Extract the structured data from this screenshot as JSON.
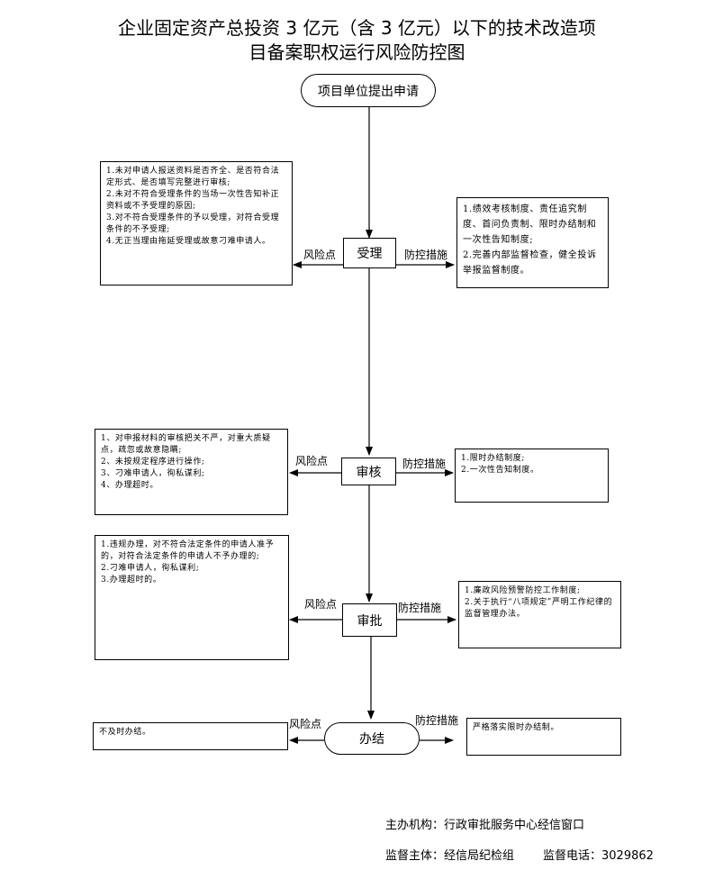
{
  "title": {
    "line1": "企业固定资产总投资 3 亿元（含 3 亿元）以下的技术改造项",
    "line2": "目备案职权运行风险防控图"
  },
  "labels": {
    "risk": "风险点",
    "control": "防控措施"
  },
  "steps": {
    "start": "项目单位提出申请",
    "accept": "受理",
    "review": "审核",
    "approve": "审批",
    "finish": "办结"
  },
  "risks": {
    "accept": "1.未对申请人报送资料是否齐全、是否符合法定形式、是否填写完整进行审核;\n2.未对不符合受理条件的当场一次性告知补正资料或不予受理的原因;\n3.对不符合受理条件的予以受理，对符合受理条件的不予受理;\n4.无正当理由拖延受理或故意刁难申请人。",
    "review": "1、对申报材料的审核把关不严，对重大质疑点，疏忽或故意隐瞒;\n2、未按规定程序进行操作;\n3、刁难申请人，徇私谋利;\n4、办理超时。",
    "approve": "1.违规办理，对不符合法定条件的申请人准予的，对符合法定条件的申请人不予办理的;\n2.刁难申请人，徇私谋利;\n3.办理超时的。",
    "finish": "不及时办结。"
  },
  "controls": {
    "accept": "1.绩效考核制度、责任追究制度、首问负责制、限时办结制和一次性告知制度;\n2.完善内部监督检查，健全投诉举报监督制度。",
    "review": "1.限时办结制度;\n2.一次性告知制度。",
    "approve": "1.廉政风险预警防控工作制度;\n2.关于执行“八项规定”严明工作纪律的监督管理办法。",
    "finish": "严格落实限时办结制。"
  },
  "footer": {
    "org": "主办机构：行政审批服务中心经信窗口",
    "supervisor": "监督主体：经信局纪检组",
    "phone": "监督电话：3029862"
  }
}
